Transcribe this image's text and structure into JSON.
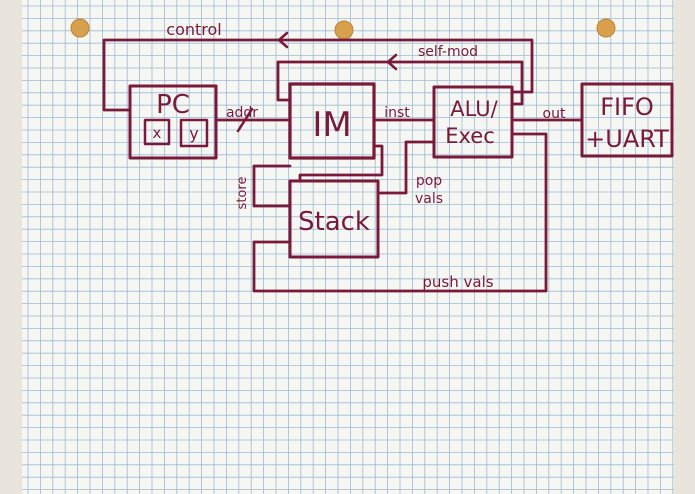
{
  "colors": {
    "ink": "#7a1a3a",
    "grid": "#6f9cc8",
    "paper": "#f6f6f2",
    "edge": "#e9e5dd",
    "hole": "#d8a04a"
  },
  "blocks": {
    "pc": {
      "title": "PC",
      "x_reg": "x",
      "y_reg": "y"
    },
    "im": {
      "title": "IM"
    },
    "alu": {
      "title_line1": "ALU/",
      "title_line2": "Exec"
    },
    "fifo": {
      "title_line1": "FIFO",
      "title_line2": "+UART"
    },
    "stack": {
      "title": "Stack"
    }
  },
  "signals": {
    "control": "control",
    "self_mod": "self-mod",
    "addr": "addr",
    "inst": "inst",
    "out": "out",
    "store": "store",
    "pop_line1": "pop",
    "pop_line2": "vals",
    "push_vals": "push vals"
  }
}
